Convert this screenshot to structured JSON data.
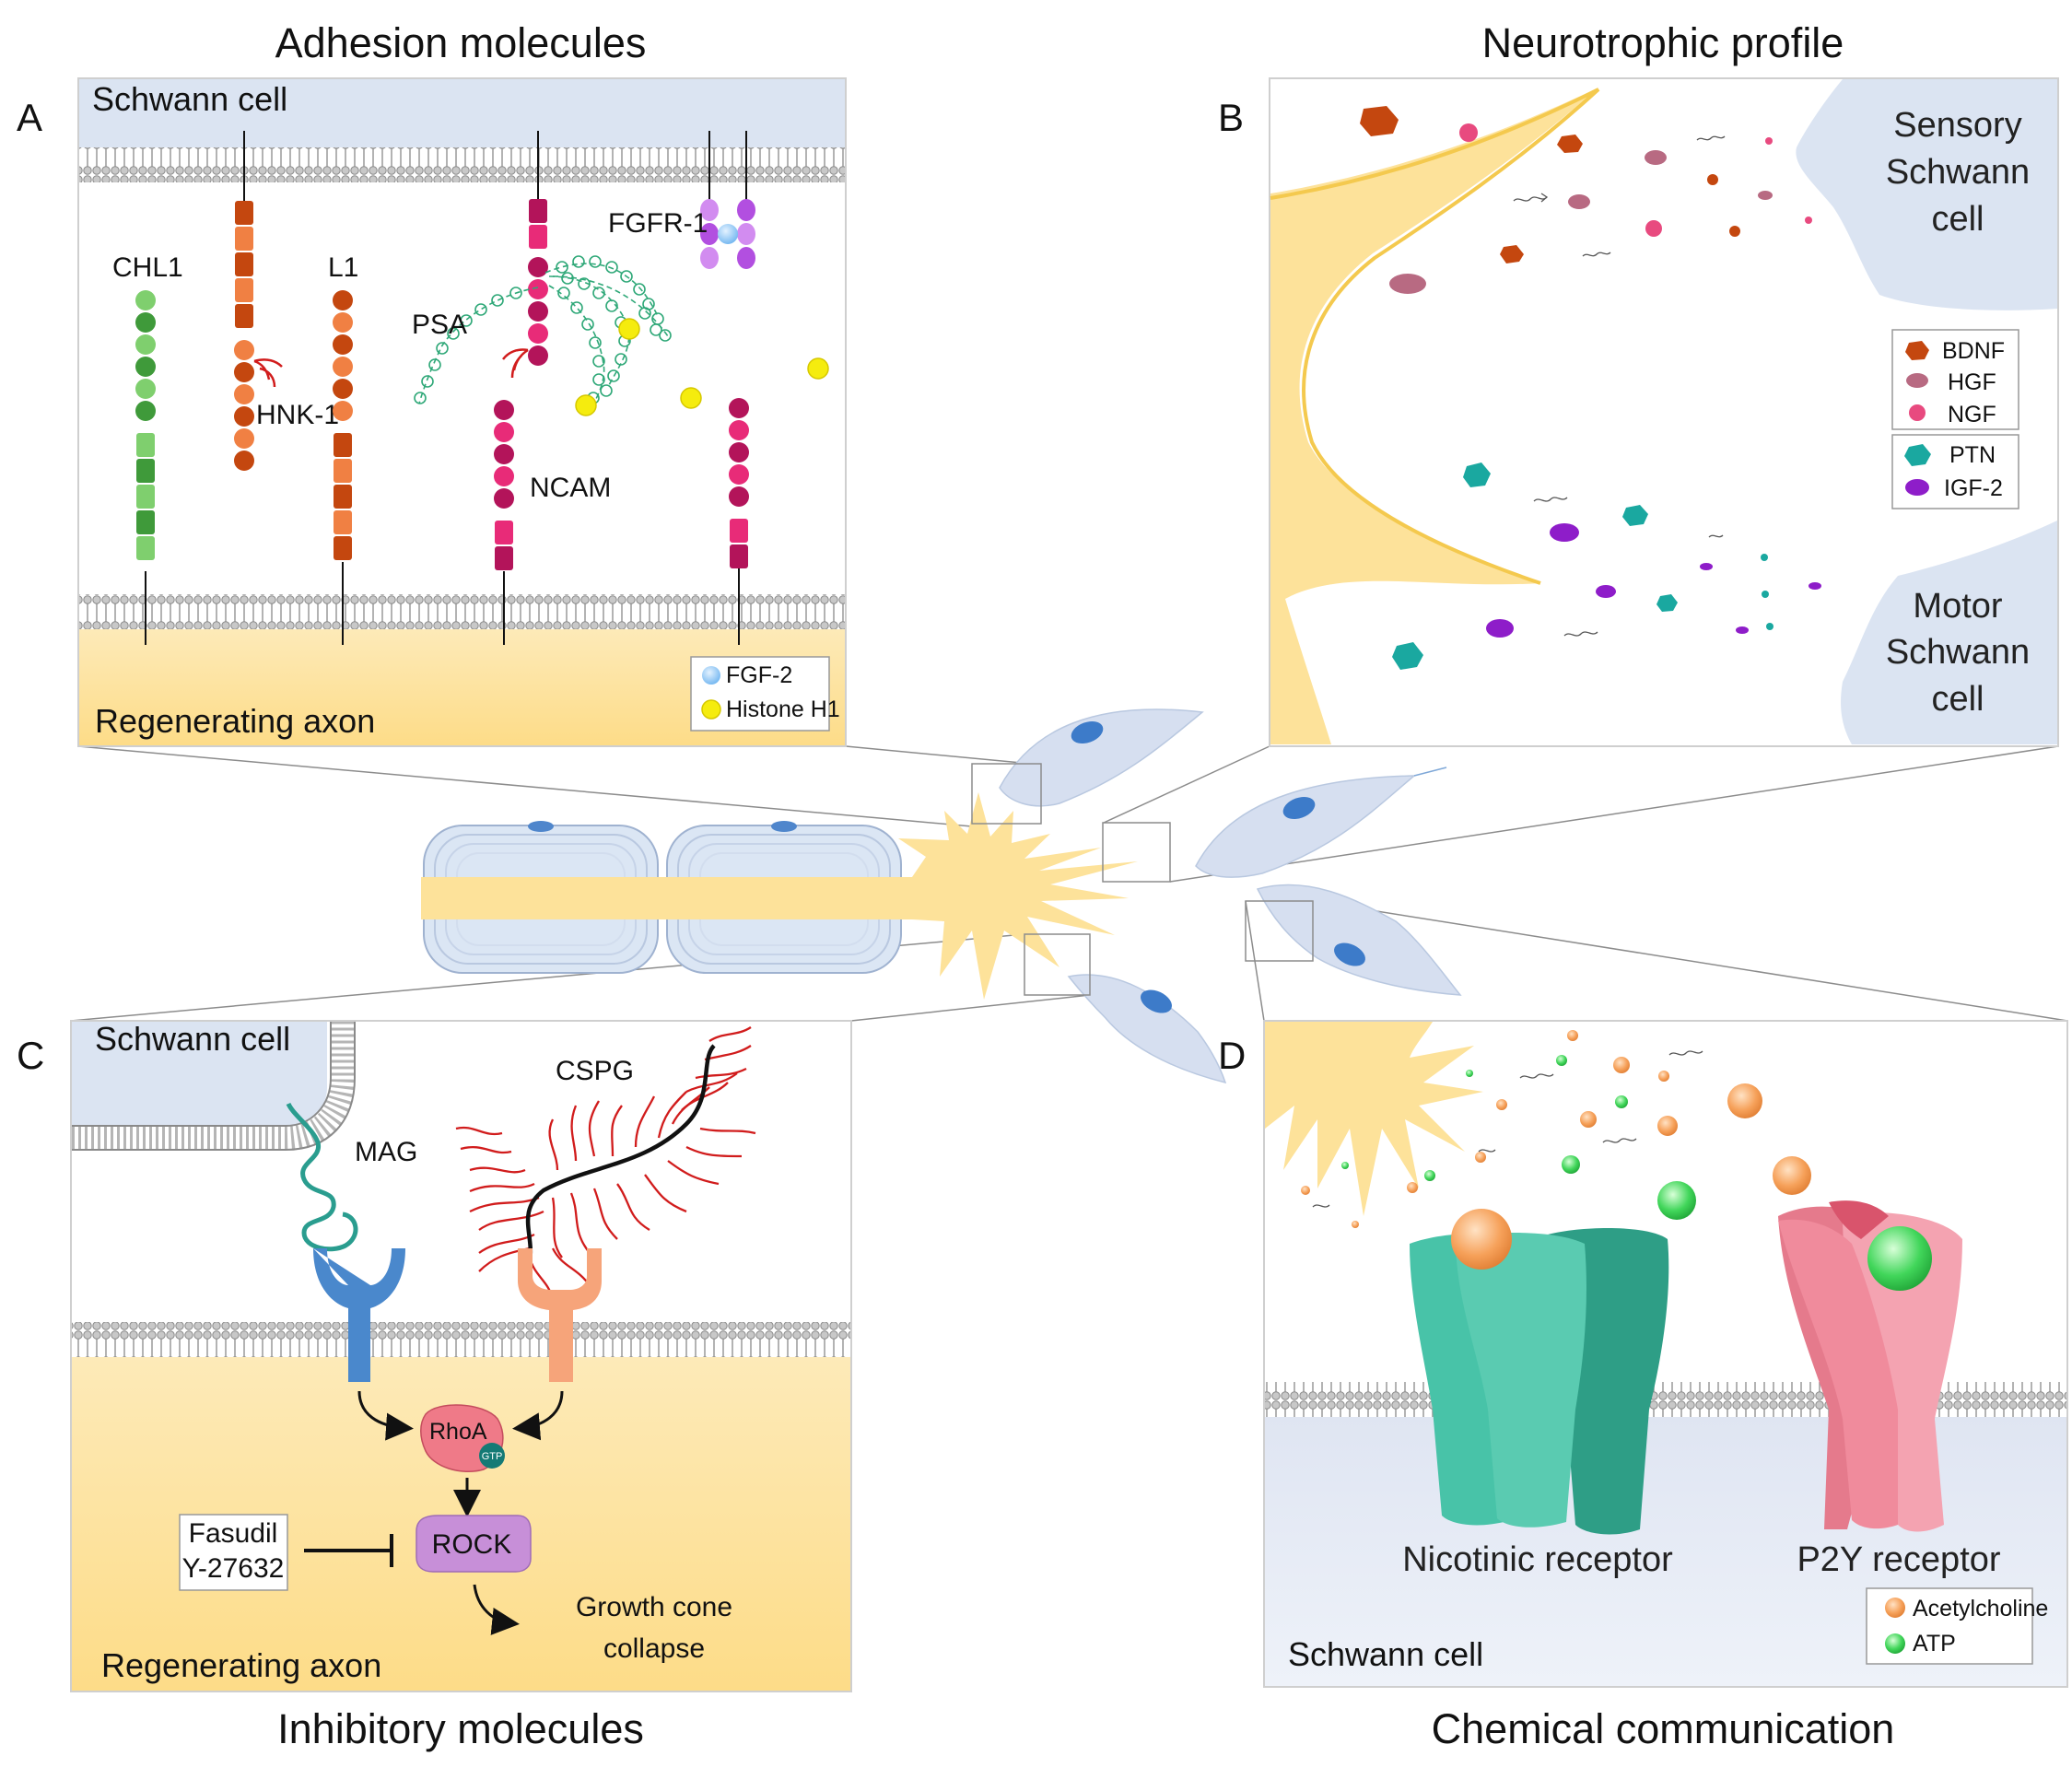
{
  "titles": {
    "adhesion": "Adhesion molecules",
    "neurotrophic": "Neurotrophic profile",
    "inhibitory": "Inhibitory molecules",
    "chemical": "Chemical communication"
  },
  "panels": {
    "a": "A",
    "b": "B",
    "c": "C",
    "d": "D"
  },
  "panel_a": {
    "schwann_cell": "Schwann cell",
    "regenerating_axon": "Regenerating axon",
    "chl1": "CHL1",
    "hnk1": "HNK-1",
    "l1": "L1",
    "psa": "PSA",
    "fgfr1": "FGFR-1",
    "ncam": "NCAM",
    "legend": [
      "FGF-2",
      "Histone H1"
    ]
  },
  "panel_b": {
    "sensory": [
      "Sensory",
      "Schwann",
      "cell"
    ],
    "motor": [
      "Motor",
      "Schwann",
      "cell"
    ],
    "legend_sensory": [
      "BDNF",
      "HGF",
      "NGF"
    ],
    "legend_motor": [
      "PTN",
      "IGF-2"
    ]
  },
  "panel_c": {
    "schwann_cell": "Schwann cell",
    "regenerating_axon": "Regenerating axon",
    "mag": "MAG",
    "cspg": "CSPG",
    "rhoa": "RhoA",
    "gtp": "GTP",
    "rock": "ROCK",
    "inhibitor": [
      "Fasudil",
      "Y-27632"
    ],
    "outcome": [
      "Growth cone",
      "collapse"
    ]
  },
  "panel_d": {
    "nicotinic": "Nicotinic receptor",
    "p2y": "P2Y receptor",
    "schwann_cell": "Schwann cell",
    "legend": [
      "Acetylcholine",
      "ATP"
    ]
  },
  "colors": {
    "axon": "#fde29a",
    "schwann": "#dbe4f2",
    "membrane": "#b5b5b5",
    "bdnf": "#c4470f",
    "hgf": "#b86a82",
    "ngf": "#e84a7f",
    "ptn": "#1aa8a0",
    "igf2": "#8e1dc9",
    "acetylcholine": "#f6a15a",
    "atp": "#41d65a",
    "nicotinic": "#3db89c",
    "p2y": "#ee8f9d"
  }
}
